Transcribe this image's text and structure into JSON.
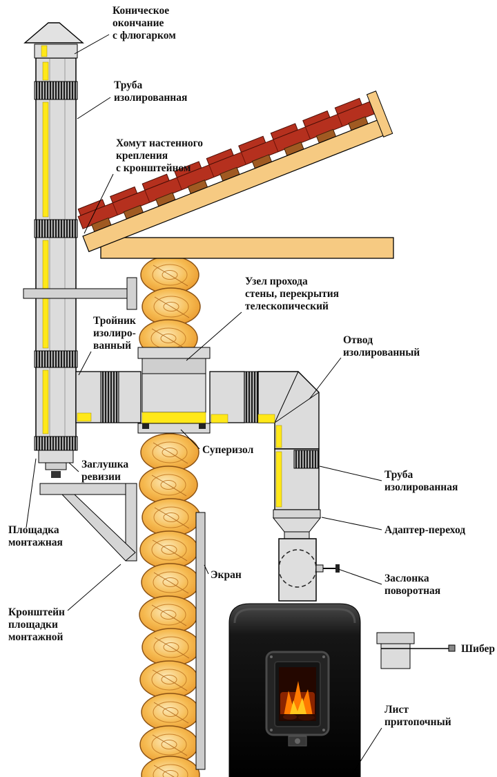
{
  "labels": {
    "cap": {
      "lines": [
        "Коническое",
        "окончание",
        "с флюгарком"
      ]
    },
    "pipe_top": {
      "lines": [
        "Труба",
        "изолированная"
      ]
    },
    "clamp": {
      "lines": [
        "Хомут настенного",
        "крепления",
        "с кронштейном"
      ]
    },
    "pass_unit": {
      "lines": [
        "Узел прохода",
        "стены, перекрытия",
        "телескопический"
      ]
    },
    "tee": {
      "lines": [
        "Тройник",
        "изолиро-",
        "ванный"
      ]
    },
    "elbow": {
      "lines": [
        "Отвод",
        "изолированный"
      ]
    },
    "superisol": {
      "lines": [
        "Суперизол"
      ]
    },
    "revision_plug": {
      "lines": [
        "Заглушка",
        "ревизии"
      ]
    },
    "pipe_right": {
      "lines": [
        "Труба",
        "изолированная"
      ]
    },
    "platform": {
      "lines": [
        "Площадка",
        "монтажная"
      ]
    },
    "adapter": {
      "lines": [
        "Адаптер-переход"
      ]
    },
    "damper": {
      "lines": [
        "Заслонка",
        "поворотная"
      ]
    },
    "screen": {
      "lines": [
        "Экран"
      ]
    },
    "bracket": {
      "lines": [
        "Кронштейн",
        "площадки",
        "монтажной"
      ]
    },
    "shiber": {
      "lines": [
        "Шибер"
      ]
    },
    "floor_sheet": {
      "lines": [
        "Лист",
        "притопочный"
      ]
    }
  },
  "colors": {
    "insulation_yellow": "#ffe819",
    "roof_shingle_red": "#b5301e",
    "wood_tan": "#f6ca82",
    "log_orange": "#f2a93b",
    "pipe_gray": "#dcdcdc",
    "fire_orange": "#ff7a00",
    "background": "#ffffff"
  }
}
